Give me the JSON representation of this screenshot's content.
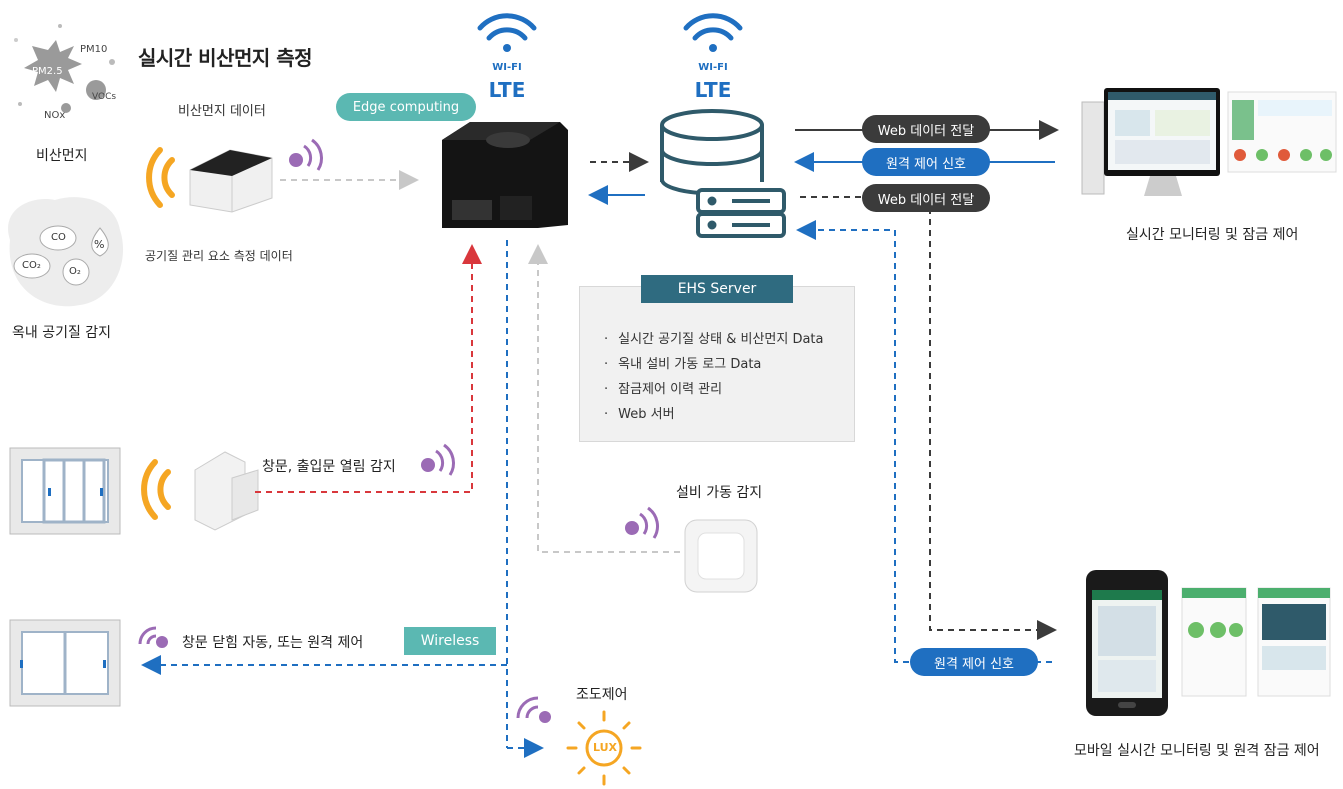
{
  "diagram": {
    "title": "실시간 비산먼지 측정",
    "dust": {
      "label": "비산먼지",
      "particles": [
        "PM10",
        "PM2.5",
        "VOCs",
        "NOx"
      ]
    },
    "indoor_air": {
      "label": "옥내 공기질 감지",
      "gases": [
        "CO",
        "%",
        "CO₂",
        "O₂"
      ]
    },
    "sensor": {
      "label_top": "비산먼지 데이터",
      "label_bottom": "공기질 관리 요소 측정 데이터"
    },
    "edge": {
      "tag": "Edge computing"
    },
    "wifi_left": {
      "wifi": "WI-FI",
      "lte": "LTE"
    },
    "wifi_right": {
      "wifi": "WI-FI",
      "lte": "LTE"
    },
    "ehs": {
      "title": "EHS Server",
      "items": [
        "실시간 공기질 상태 & 비산먼지 Data",
        "옥내 설비 가동 로그 Data",
        "잠금제어 이력 관리",
        "Web 서버"
      ]
    },
    "arrows": {
      "web_send_1": "Web 데이터 전달",
      "remote_signal_1": "원격 제어 신호",
      "web_send_2": "Web 데이터 전달",
      "remote_signal_2": "원격 제어 신호"
    },
    "desktop": {
      "label": "실시간 모니터링 및 잠금 제어"
    },
    "mobile": {
      "label": "모바일 실시간 모니터링 및 원격 잠금 제어"
    },
    "window_open": {
      "label": "창문, 출입문 열림 감지"
    },
    "equipment": {
      "label": "설비 가동 감지"
    },
    "window_close": {
      "label": "창문 닫힘 자동, 또는 원격 제어"
    },
    "wireless": {
      "tag": "Wireless"
    },
    "lighting": {
      "label": "조도제어",
      "lux": "LUX"
    },
    "colors": {
      "blue": "#1f6fc1",
      "teal": "#5bb8b2",
      "ehs_title": "#2f6b80",
      "orange": "#f5a623",
      "purple": "#9b6bb5",
      "red": "#d9373c",
      "dark": "#3b3b3b",
      "server_icon": "#2f5a6a"
    }
  }
}
